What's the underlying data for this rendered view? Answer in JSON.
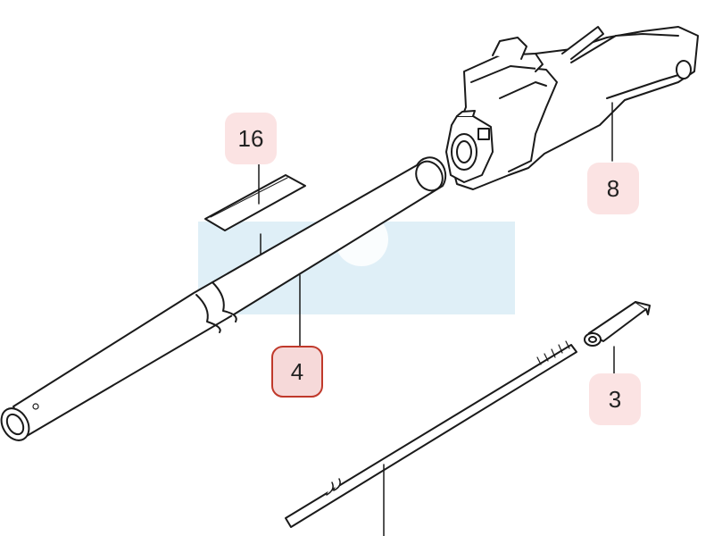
{
  "diagram": {
    "callouts": [
      {
        "id": "c16",
        "label": "16",
        "selected": false
      },
      {
        "id": "c8",
        "label": "8",
        "selected": false
      },
      {
        "id": "c4",
        "label": "4",
        "selected": true
      },
      {
        "id": "c3",
        "label": "3",
        "selected": false
      }
    ],
    "colors": {
      "line": "#1a1a1a",
      "callout_fill": "#fbe3e3",
      "selected_border": "#c0392b",
      "watermark": "#d9ecf6"
    }
  }
}
